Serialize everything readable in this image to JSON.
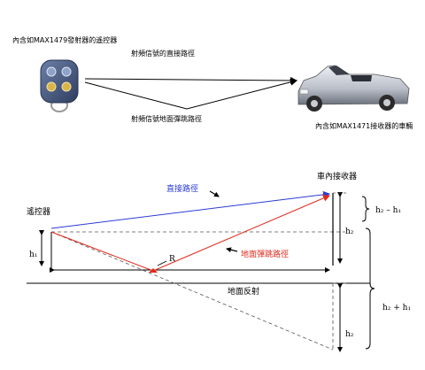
{
  "top": {
    "remote_label": "內含如MAX1479發射器的遙控器",
    "direct_label": "射頻信號的直接路徑",
    "ground_label": "射頻信號地面彈跳路徑",
    "car_label": "內含如MAX1471接收器的車輛"
  },
  "bottom": {
    "receiver_label": "車內接收器",
    "remote_label": "遙控器",
    "direct_path_label": "直接路徑",
    "ground_path_label": "地面彈跳路徑",
    "ground_reflect_label": "地面反射",
    "r_label": "R",
    "h1_label": "h₁",
    "h2_label": "h₂",
    "h2_image_label": "h₂",
    "diff_label": "h₂ – h₁",
    "sum_label": "h₂ + h₁"
  },
  "colors": {
    "direct": "#2a3bd6",
    "bounce": "#e02a1c",
    "line": "#000000",
    "remote_body": "#4a5d86",
    "remote_button": "#d9b44a"
  },
  "icons": {
    "remote": "key-fob-image",
    "car": "convertible-car-image"
  }
}
